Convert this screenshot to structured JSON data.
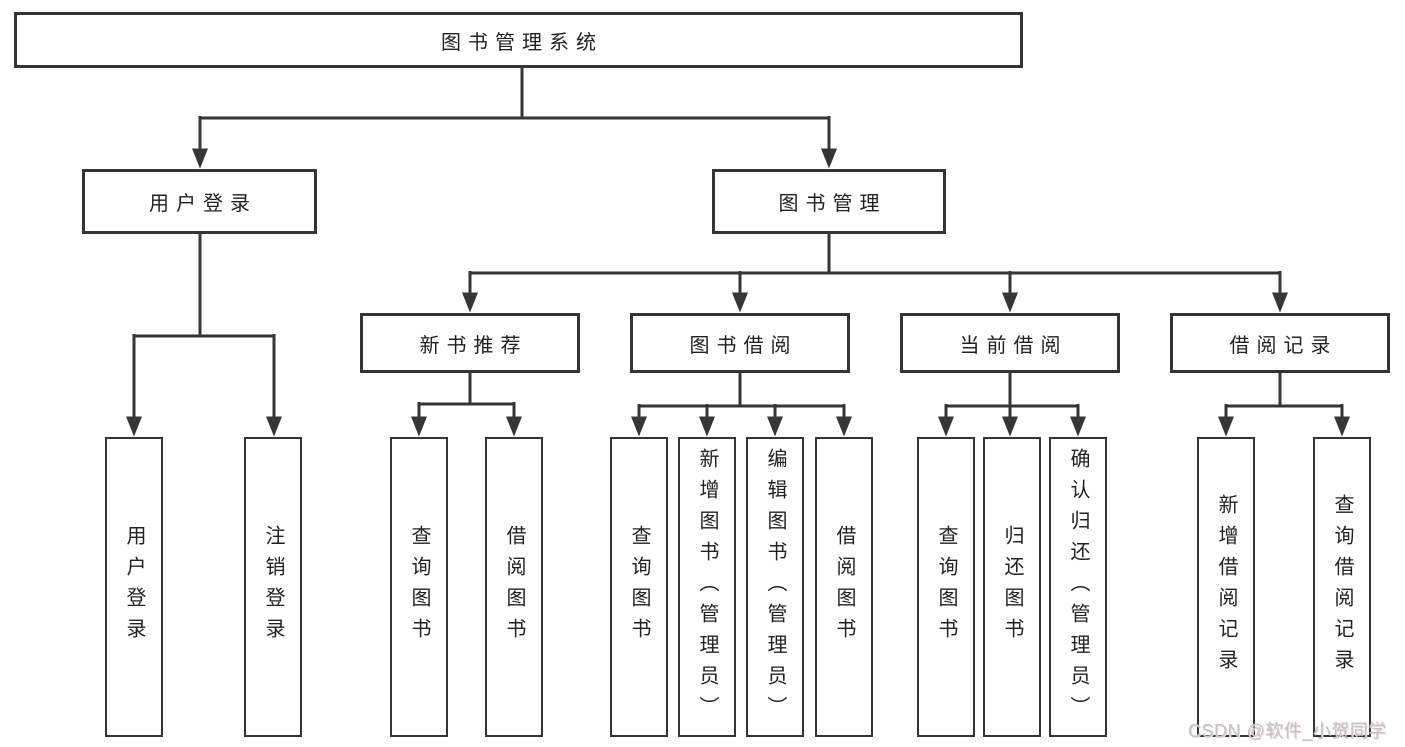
{
  "root": {
    "label": "图书管理系统"
  },
  "branches": {
    "user_login": {
      "label": "用户登录",
      "children": [
        {
          "label": "用户登录"
        },
        {
          "label": "注销登录"
        }
      ]
    },
    "book_management": {
      "label": "图书管理",
      "sections": [
        {
          "label": "新书推荐",
          "children": [
            {
              "label": "查询图书"
            },
            {
              "label": "借阅图书"
            }
          ]
        },
        {
          "label": "图书借阅",
          "children": [
            {
              "label": "查询图书"
            },
            {
              "label": "新增图书（管理员）"
            },
            {
              "label": "编辑图书（管理员）"
            },
            {
              "label": "借阅图书"
            }
          ]
        },
        {
          "label": "当前借阅",
          "children": [
            {
              "label": "查询图书"
            },
            {
              "label": "归还图书"
            },
            {
              "label": "确认归还（管理员）"
            }
          ]
        },
        {
          "label": "借阅记录",
          "children": [
            {
              "label": "新增借阅记录"
            },
            {
              "label": "查询借阅记录"
            }
          ]
        }
      ]
    }
  },
  "watermark": {
    "text": "CSDN @软件_小贺同学"
  },
  "colors": {
    "line": "#363636",
    "box_border": "#343434",
    "text": "#222222",
    "background": "#ffffff",
    "watermark": "#c3c3c3"
  }
}
